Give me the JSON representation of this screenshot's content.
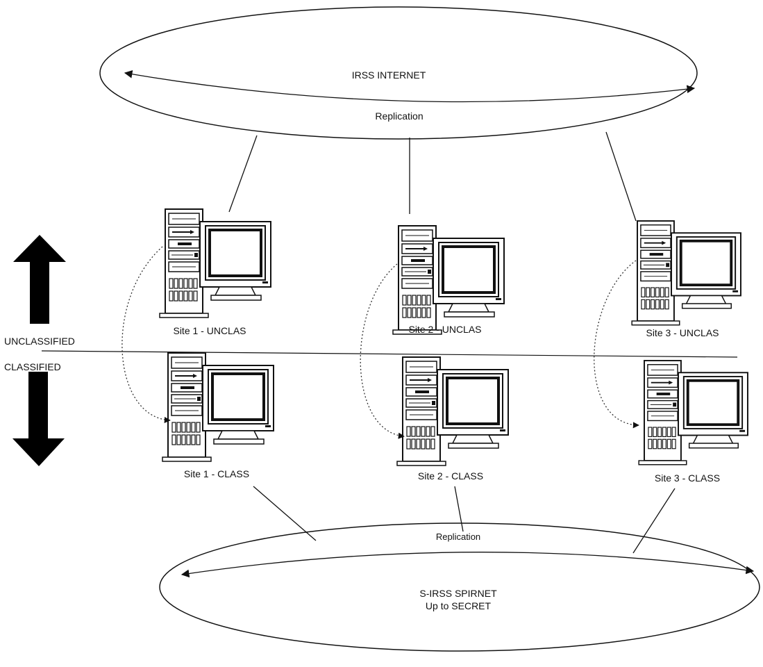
{
  "top_network": {
    "name": "IRSS INTERNET",
    "replication_label": "Replication"
  },
  "bottom_network": {
    "line1": "S-IRSS SPIRNET",
    "line2": "Up to SECRET",
    "replication_label": "Replication"
  },
  "zones": {
    "upper": "UNCLASSIFIED",
    "lower": "CLASSIFIED"
  },
  "sites": {
    "site1_unclas": "Site 1 - UNCLAS",
    "site2_unclas": "Site 2 - UNCLAS",
    "site3_unclas": "Site 3 - UNCLAS",
    "site1_class": "Site 1 - CLASS",
    "site2_class": "Site 2 - CLASS",
    "site3_class": "Site 3 - CLASS"
  }
}
